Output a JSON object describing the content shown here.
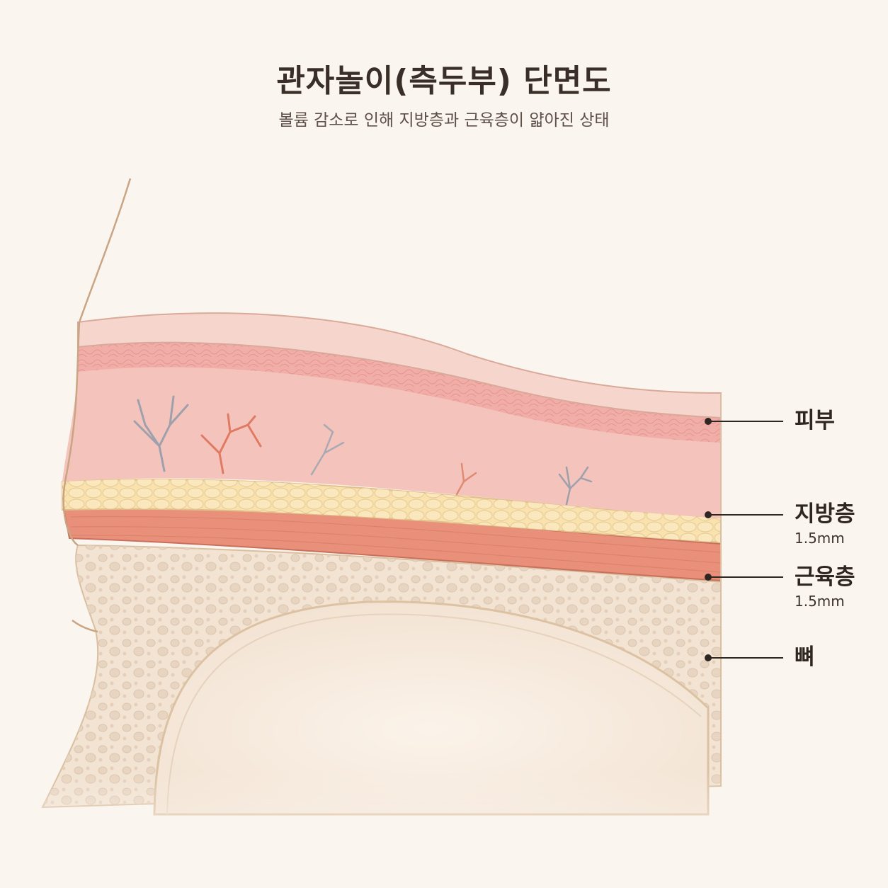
{
  "header": {
    "title": "관자놀이(측두부) 단면도",
    "subtitle": "볼륨 감소로 인해 지방층과 근육층이 얇아진 상태"
  },
  "labels": {
    "skin": {
      "name": "피부"
    },
    "fat": {
      "name": "지방층",
      "thickness": "1.5mm"
    },
    "muscle": {
      "name": "근육층",
      "thickness": "1.5mm"
    },
    "bone": {
      "name": "뼈"
    }
  },
  "colors": {
    "background": "#fbf5ef",
    "skin": "#f6d6cc",
    "dermis": "#f4c4bc",
    "fat": "#f8e2b0",
    "muscle": "#e9907a",
    "bone": "#f2e3d2",
    "leader_line": "#2f2622"
  }
}
